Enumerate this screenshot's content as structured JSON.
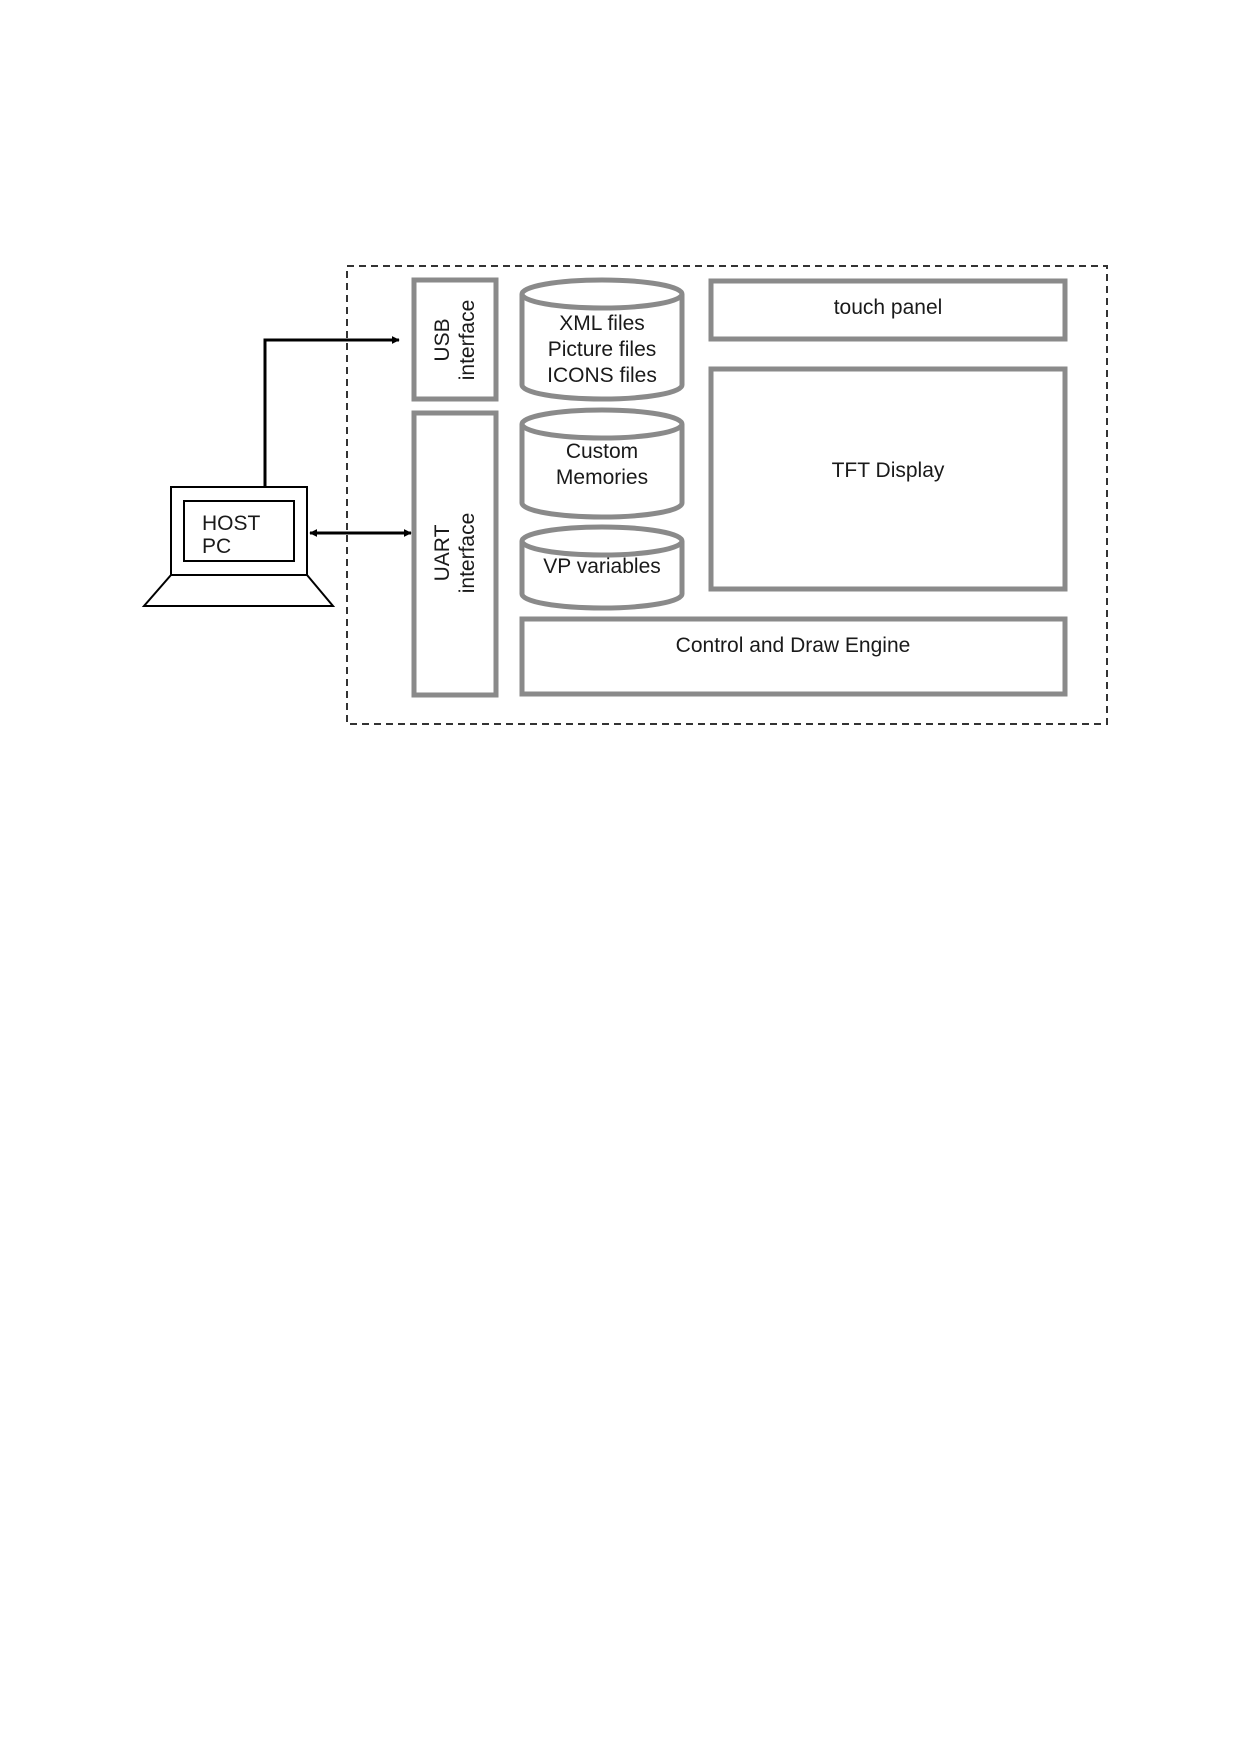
{
  "diagram": {
    "host": {
      "line1": "HOST",
      "line2": "PC"
    },
    "usb": {
      "line1": "USB",
      "line2": "interface"
    },
    "uart": {
      "line1": "UART",
      "line2": "interface"
    },
    "storage_files": {
      "line1": "XML files",
      "line2": "Picture files",
      "line3": "ICONS files"
    },
    "custom_memories": {
      "line1": "Custom",
      "line2": "Memories"
    },
    "vp_variables": {
      "label": "VP variables"
    },
    "touch_panel": {
      "label": "touch panel"
    },
    "tft_display": {
      "label": "TFT Display"
    },
    "engine": {
      "label": "Control and Draw Engine"
    }
  },
  "colors": {
    "block_stroke": "#8a8a8a",
    "connector": "#000000",
    "text": "#1a1a1a"
  }
}
